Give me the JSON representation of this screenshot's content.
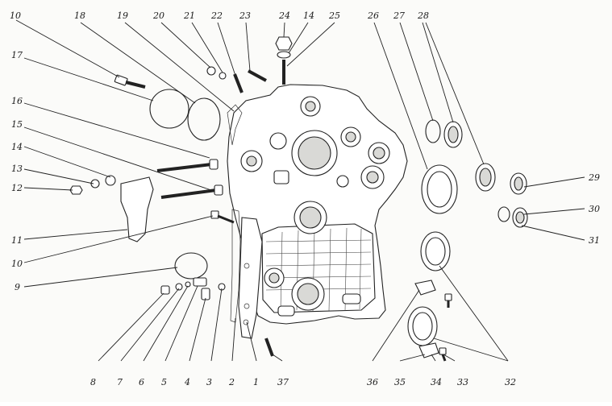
{
  "callouts": [
    {
      "id": "c10a",
      "label": "10"
    },
    {
      "id": "c18",
      "label": "18"
    },
    {
      "id": "c19",
      "label": "19"
    },
    {
      "id": "c20",
      "label": "20"
    },
    {
      "id": "c21",
      "label": "21"
    },
    {
      "id": "c22",
      "label": "22"
    },
    {
      "id": "c23",
      "label": "23"
    },
    {
      "id": "c24",
      "label": "24"
    },
    {
      "id": "c14a",
      "label": "14"
    },
    {
      "id": "c25",
      "label": "25"
    },
    {
      "id": "c26",
      "label": "26"
    },
    {
      "id": "c27",
      "label": "27"
    },
    {
      "id": "c28",
      "label": "28"
    },
    {
      "id": "c17",
      "label": "17"
    },
    {
      "id": "c16",
      "label": "16"
    },
    {
      "id": "c15",
      "label": "15"
    },
    {
      "id": "c14b",
      "label": "14"
    },
    {
      "id": "c13",
      "label": "13"
    },
    {
      "id": "c12",
      "label": "12"
    },
    {
      "id": "c11",
      "label": "11"
    },
    {
      "id": "c10b",
      "label": "10"
    },
    {
      "id": "c9",
      "label": "9"
    },
    {
      "id": "c29",
      "label": "29"
    },
    {
      "id": "c30",
      "label": "30"
    },
    {
      "id": "c31",
      "label": "31"
    },
    {
      "id": "c8",
      "label": "8"
    },
    {
      "id": "c7",
      "label": "7"
    },
    {
      "id": "c6",
      "label": "6"
    },
    {
      "id": "c5",
      "label": "5"
    },
    {
      "id": "c4",
      "label": "4"
    },
    {
      "id": "c3",
      "label": "3"
    },
    {
      "id": "c2",
      "label": "2"
    },
    {
      "id": "c1",
      "label": "1"
    },
    {
      "id": "c37",
      "label": "37"
    },
    {
      "id": "c36",
      "label": "36"
    },
    {
      "id": "c35",
      "label": "35"
    },
    {
      "id": "c34",
      "label": "34"
    },
    {
      "id": "c33",
      "label": "33"
    },
    {
      "id": "c32",
      "label": "32"
    }
  ]
}
